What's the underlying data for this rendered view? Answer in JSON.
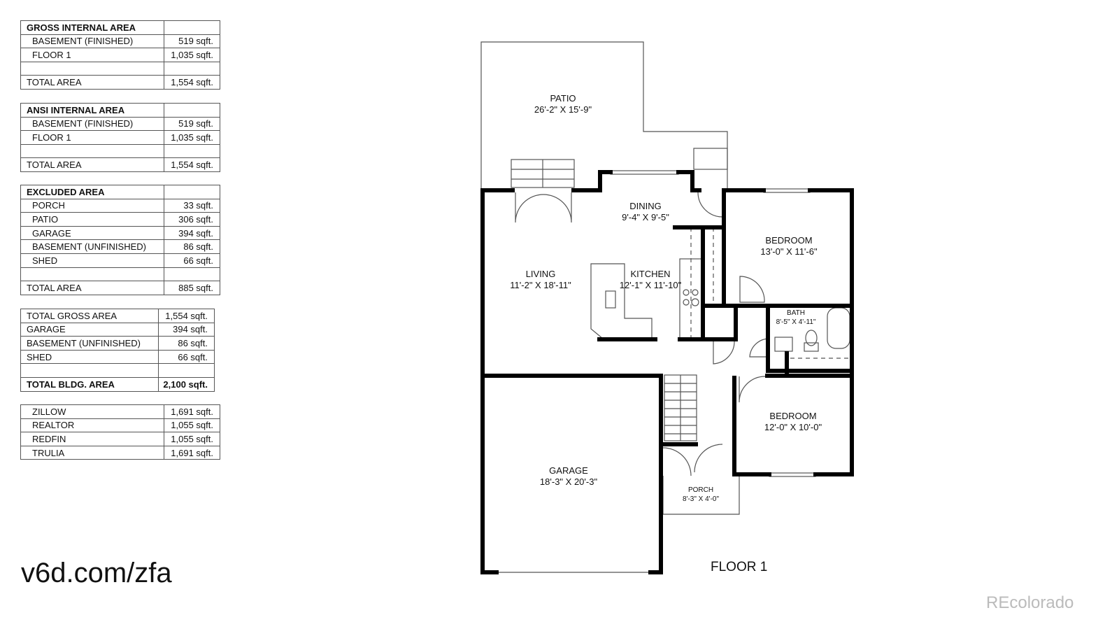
{
  "tables": [
    {
      "rows": [
        [
          "GROSS INTERNAL AREA",
          ""
        ],
        [
          "BASEMENT (FINISHED)",
          "519 sqft."
        ],
        [
          "FLOOR 1",
          "1,035 sqft."
        ],
        [
          "",
          ""
        ],
        [
          "TOTAL AREA",
          "1,554 sqft."
        ]
      ]
    },
    {
      "rows": [
        [
          "ANSI INTERNAL AREA",
          ""
        ],
        [
          "BASEMENT (FINISHED)",
          "519 sqft."
        ],
        [
          "FLOOR 1",
          "1,035 sqft."
        ],
        [
          "",
          ""
        ],
        [
          "TOTAL AREA",
          "1,554 sqft."
        ]
      ]
    },
    {
      "rows": [
        [
          "EXCLUDED AREA",
          ""
        ],
        [
          "PORCH",
          "33 sqft."
        ],
        [
          "PATIO",
          "306 sqft."
        ],
        [
          "GARAGE",
          "394 sqft."
        ],
        [
          "BASEMENT (UNFINISHED)",
          "86 sqft."
        ],
        [
          "SHED",
          "66 sqft."
        ],
        [
          "",
          ""
        ],
        [
          "TOTAL AREA",
          "885 sqft."
        ]
      ]
    },
    {
      "rows": [
        [
          "TOTAL GROSS AREA",
          "1,554 sqft."
        ],
        [
          "GARAGE",
          "394 sqft."
        ],
        [
          "BASEMENT (UNFINISHED)",
          "86 sqft."
        ],
        [
          "SHED",
          "66 sqft."
        ],
        [
          "",
          ""
        ],
        [
          "TOTAL BLDG. AREA",
          "2,100 sqft."
        ]
      ]
    },
    {
      "rows": [
        [
          "ZILLOW",
          "1,691 sqft."
        ],
        [
          "REALTOR",
          "1,055 sqft."
        ],
        [
          "REDFIN",
          "1,055 sqft."
        ],
        [
          "TRULIA",
          "1,691 sqft."
        ]
      ]
    }
  ],
  "rooms": {
    "patio": {
      "name": "PATIO",
      "dim": "26'-2\" X 15'-9\""
    },
    "dining": {
      "name": "DINING",
      "dim": "9'-4\" X 9'-5\""
    },
    "living": {
      "name": "LIVING",
      "dim": "11'-2\" X 18'-11\""
    },
    "kitchen": {
      "name": "KITCHEN",
      "dim": "12'-1\" X 11'-10\""
    },
    "bedroom1": {
      "name": "BEDROOM",
      "dim": "13'-0\" X 11'-6\""
    },
    "bath": {
      "name": "BATH",
      "dim": "8'-5\" X 4'-11\""
    },
    "bedroom2": {
      "name": "BEDROOM",
      "dim": "12'-0\" X 10'-0\""
    },
    "garage": {
      "name": "GARAGE",
      "dim": "18'-3\" X 20'-3\""
    },
    "porch": {
      "name": "PORCH",
      "dim": "8'-3\" X 4'-0\""
    }
  },
  "floor_label": "FLOOR 1",
  "url": "v6d.com/zfa",
  "watermark": "REcolorado"
}
